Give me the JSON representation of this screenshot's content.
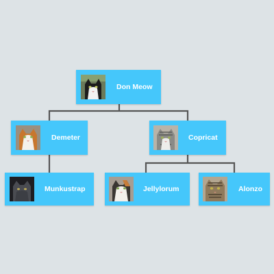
{
  "org_chart": {
    "nodes": [
      {
        "id": "don-meow",
        "name": "Don Meow",
        "parent": null,
        "photo": "black-white-cat-photo"
      },
      {
        "id": "demeter",
        "name": "Demeter",
        "parent": "don-meow",
        "photo": "orange-white-cat-photo"
      },
      {
        "id": "copricat",
        "name": "Copricat",
        "parent": "don-meow",
        "photo": "grey-tabby-cat-photo"
      },
      {
        "id": "munkustrap",
        "name": "Munkustrap",
        "parent": "demeter",
        "photo": "dark-grey-cat-photo"
      },
      {
        "id": "jellylorum",
        "name": "Jellylorum",
        "parent": "copricat",
        "photo": "calico-cat-photo"
      },
      {
        "id": "alonzo",
        "name": "Alonzo",
        "parent": "copricat",
        "photo": "brown-tabby-cat-photo"
      }
    ],
    "colors": {
      "background": "#dde3e6",
      "node_fill": "#45c7fb",
      "node_text": "#ffffff",
      "connector": "#555555"
    }
  }
}
